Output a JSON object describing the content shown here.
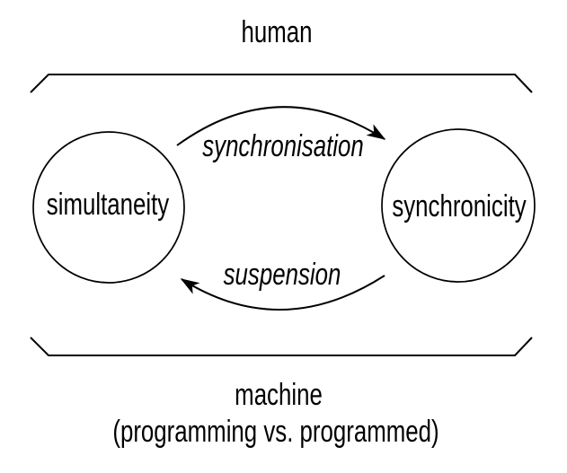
{
  "diagram": {
    "top_label": "human",
    "bottom_label": "machine",
    "bottom_sublabel": "(programming vs. programmed)",
    "nodes": [
      {
        "id": "simultaneity",
        "label": "simultaneity"
      },
      {
        "id": "synchronicity",
        "label": "synchronicity"
      }
    ],
    "edges": [
      {
        "label": "synchronisation",
        "from": "simultaneity",
        "to": "synchronicity",
        "direction": "left-to-right",
        "style": "italic"
      },
      {
        "label": "suspension",
        "from": "synchronicity",
        "to": "simultaneity",
        "direction": "right-to-left",
        "style": "italic"
      }
    ],
    "colors": {
      "stroke": "#000000",
      "text": "#000000",
      "background": "#ffffff"
    }
  }
}
